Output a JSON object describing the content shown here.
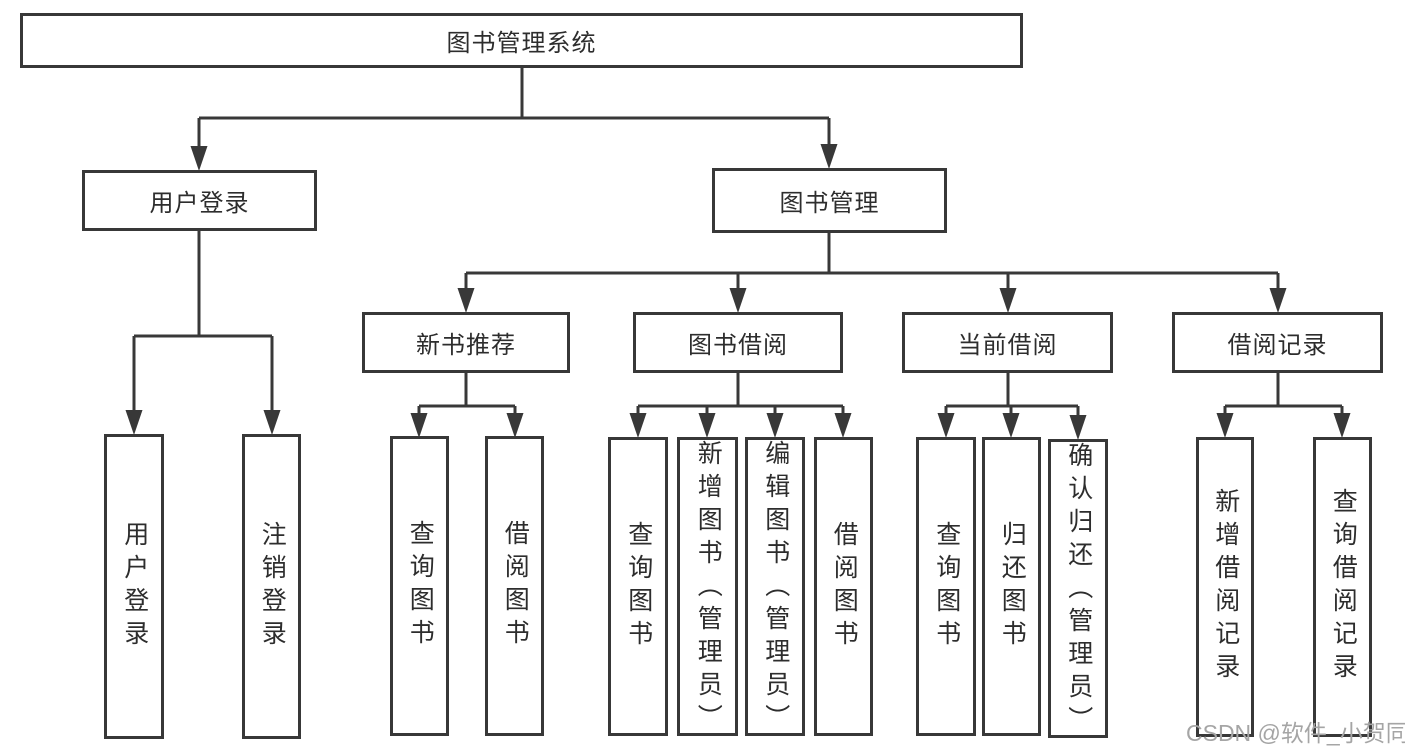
{
  "diagram": {
    "root": {
      "label": "图书管理系统"
    },
    "user_login": {
      "label": "用户登录",
      "children": [
        {
          "label": "用户登录"
        },
        {
          "label": "注销登录"
        }
      ]
    },
    "book_management": {
      "label": "图书管理",
      "sections": [
        {
          "label": "新书推荐",
          "children": [
            {
              "label": "查询图书"
            },
            {
              "label": "借阅图书"
            }
          ]
        },
        {
          "label": "图书借阅",
          "children": [
            {
              "label": "查询图书"
            },
            {
              "label": "新增图书（管理员）"
            },
            {
              "label": "编辑图书（管理员）"
            },
            {
              "label": "借阅图书"
            }
          ]
        },
        {
          "label": "当前借阅",
          "children": [
            {
              "label": "查询图书"
            },
            {
              "label": "归还图书"
            },
            {
              "label": "确认归还（管理员）"
            }
          ]
        },
        {
          "label": "借阅记录",
          "children": [
            {
              "label": "新增借阅记录"
            },
            {
              "label": "查询借阅记录"
            }
          ]
        }
      ]
    }
  },
  "watermark": {
    "text": "CSDN @软件_小贺同学"
  },
  "colors": {
    "line": "#383838",
    "text": "#2d2d2d",
    "background": "#ffffff",
    "watermark": "#a5a5a5"
  }
}
